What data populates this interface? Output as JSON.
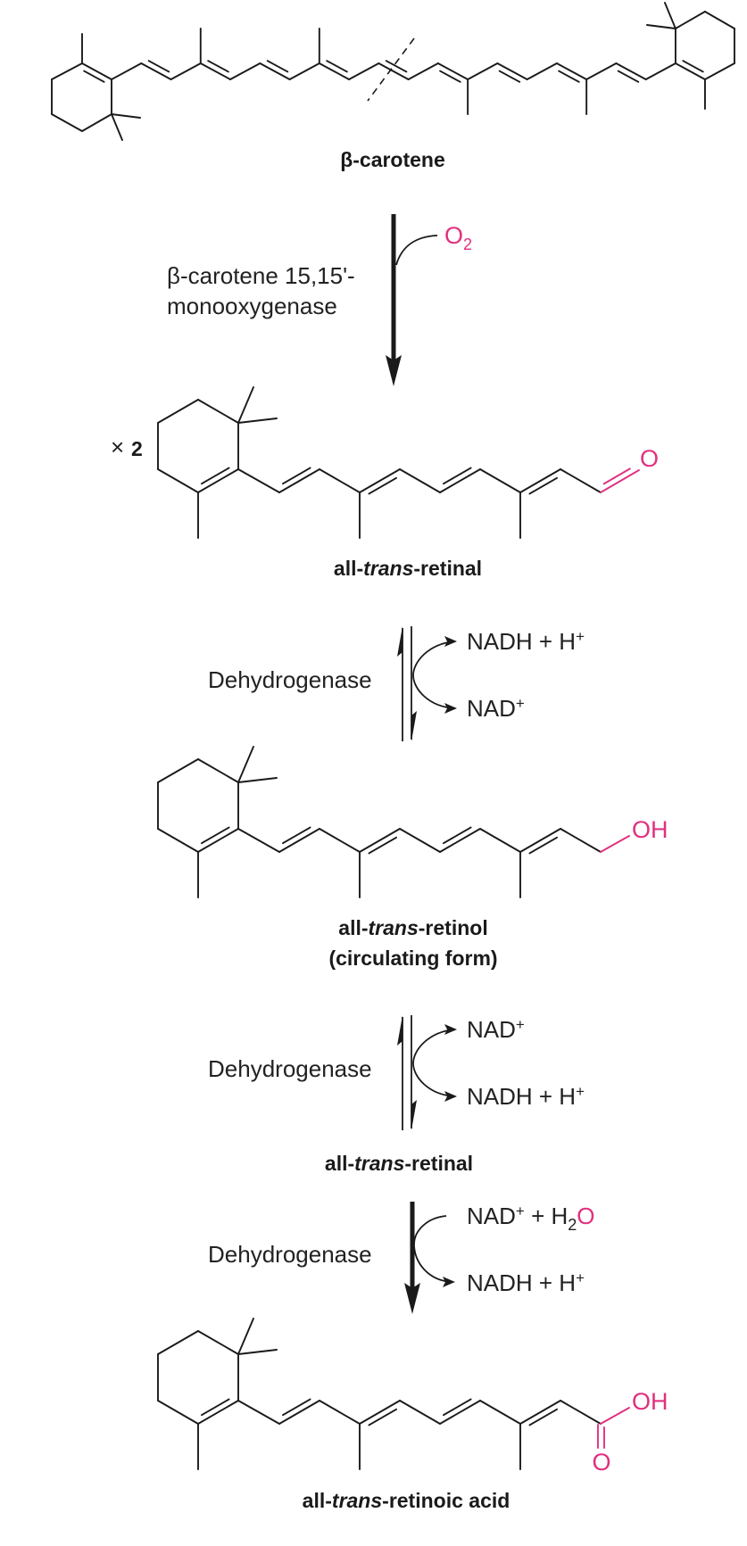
{
  "colors": {
    "heteroatom": "#e0307f",
    "ink": "#1a1a1a"
  },
  "compounds": {
    "beta_carotene": {
      "label": "β-carotene"
    },
    "retinal": {
      "prefix": "all-",
      "italic": "trans",
      "suffix": "-retinal",
      "multiplier_sign": "×",
      "multiplier_value": "2",
      "atom": "O"
    },
    "retinol": {
      "prefix": "all-",
      "italic": "trans",
      "suffix": "-retinol",
      "line2": "(circulating form)",
      "atom": "OH"
    },
    "retinal_2": {
      "prefix": "all-",
      "italic": "trans",
      "suffix": "-retinal"
    },
    "retinoic_acid": {
      "prefix": "all-",
      "italic": "trans",
      "suffix": "-retinoic acid",
      "atom_oh": "OH",
      "atom_o": "O"
    }
  },
  "steps": [
    {
      "enzyme_line1": "β-carotene 15,15'-",
      "enzyme_line2": "monooxygenase",
      "cosubstrate": "O",
      "cosubstrate_sub": "2",
      "type": "irreversible"
    },
    {
      "enzyme": "Dehydrogenase",
      "product_top": "NADH + H",
      "product_top_sup": "+",
      "product_bottom": "NAD",
      "product_bottom_sup": "+",
      "type": "reversible"
    },
    {
      "enzyme": "Dehydrogenase",
      "product_top": "NAD",
      "product_top_sup": "+",
      "product_bottom": "NADH + H",
      "product_bottom_sup": "+",
      "type": "reversible"
    },
    {
      "enzyme": "Dehydrogenase",
      "in_a": "NAD",
      "in_a_sup": "+",
      "in_b": " + H",
      "in_b_sub": "2",
      "in_c": "O",
      "out": "NADH + H",
      "out_sup": "+",
      "type": "irreversible"
    }
  ]
}
